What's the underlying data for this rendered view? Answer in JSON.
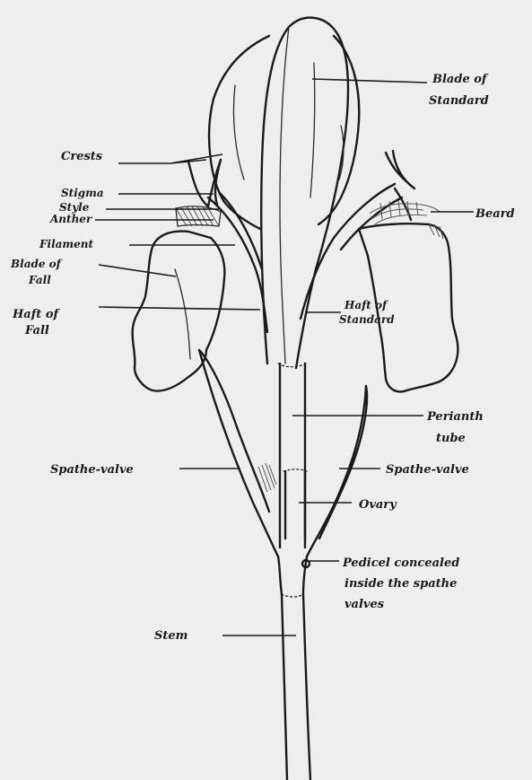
{
  "labels": {
    "blade_of_standard": [
      "Blade of",
      "Standard"
    ],
    "crests": "Crests",
    "stigma": "Stigma",
    "style": "Style",
    "anther": "Anther",
    "filament": "Filament",
    "beard": "Beard",
    "blade_of_fall": [
      "Blade of",
      "Fall"
    ],
    "haft_of_fall": [
      "Haft of",
      "Fall"
    ],
    "haft_of_standard": [
      "Haft of",
      "Standard"
    ],
    "perianth_tube": [
      "Perianth",
      "tube"
    ],
    "spathe_valve_left": "Spathe-valve",
    "spathe_valve_right": "Spathe-valve",
    "ovary": "Ovary",
    "pedicel": [
      "Pedicel concealed",
      "inside the spathe",
      "valves"
    ],
    "stem": "Stem"
  }
}
